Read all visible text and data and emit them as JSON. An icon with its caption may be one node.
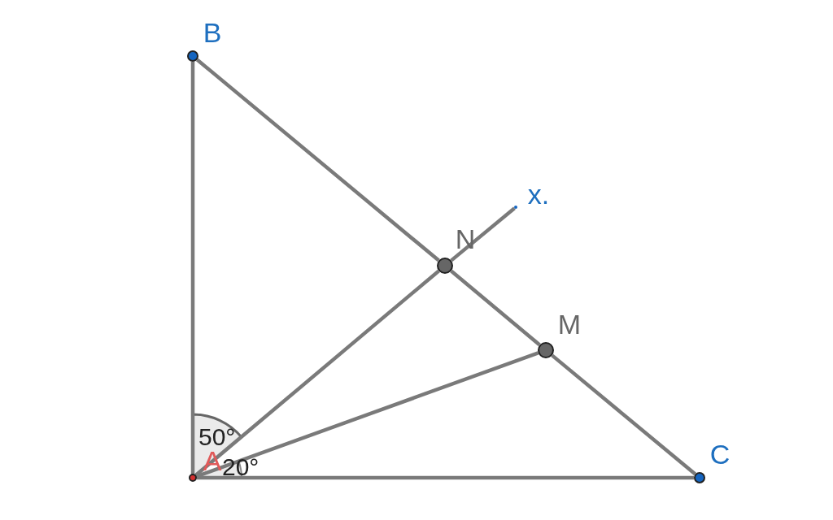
{
  "diagram": {
    "nodes": [
      {
        "text": [
          "B"
        ]
      },
      {
        "text": [
          "x."
        ]
      },
      {
        "text": [
          "N"
        ]
      },
      {
        "text": [
          "M"
        ]
      },
      {
        "text": [
          "A"
        ]
      },
      {
        "text": [
          "C"
        ]
      }
    ],
    "edges": [
      {
        "from": 4,
        "to": 0,
        "arrow": "none"
      },
      {
        "from": 0,
        "to": 2,
        "arrow": "none"
      },
      {
        "from": 2,
        "to": 3,
        "arrow": "none"
      },
      {
        "from": 3,
        "to": 5,
        "arrow": "none"
      },
      {
        "from": 4,
        "to": 5,
        "arrow": "none"
      },
      {
        "from": 4,
        "to": 2,
        "arrow": "none"
      },
      {
        "from": 2,
        "to": 1,
        "arrow": "none"
      },
      {
        "from": 4,
        "to": 3,
        "arrow": "none"
      }
    ],
    "labels": [
      "50°",
      "20°"
    ]
  }
}
